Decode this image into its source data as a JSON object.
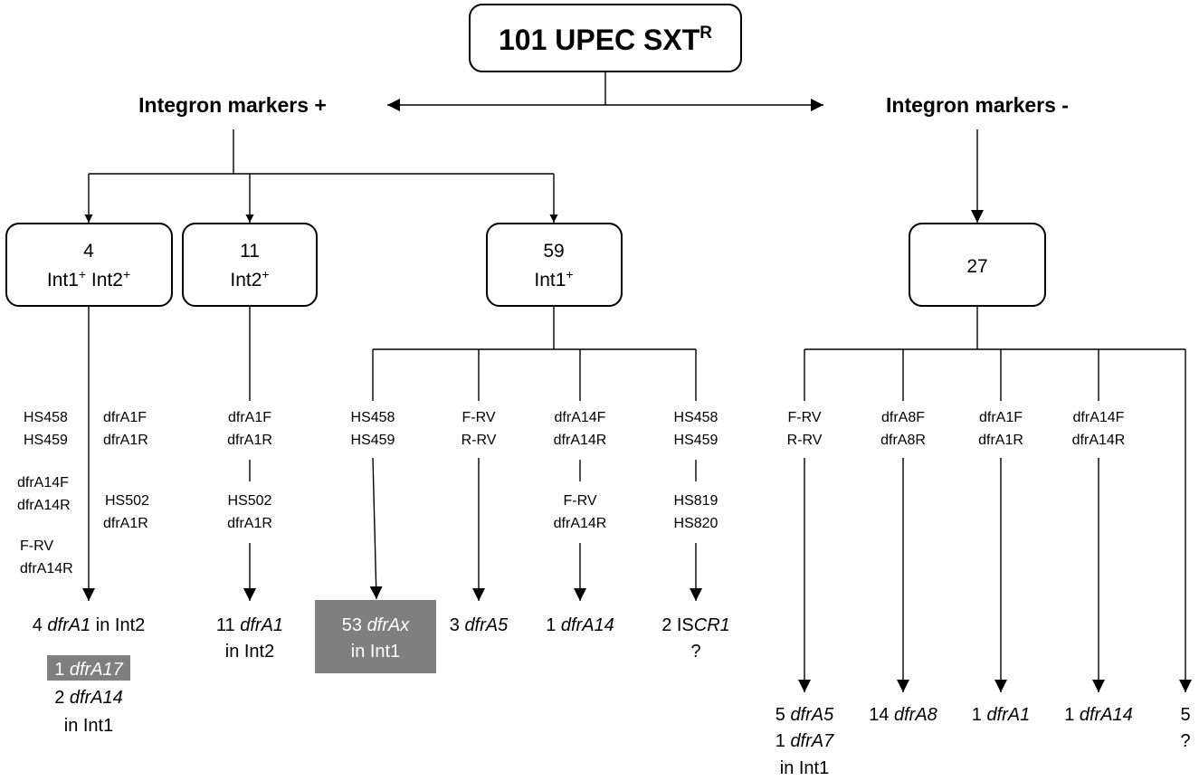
{
  "root": {
    "label": "101 UPEC SXT",
    "sup": "R"
  },
  "branches": {
    "positive": "Integron markers +",
    "negative": "Integron markers -"
  },
  "groups": [
    {
      "count": "4",
      "l1a": "Int1",
      "l1s": "+",
      "l1b": " Int2",
      "l1s2": "+"
    },
    {
      "count": "11",
      "l1a": "Int2",
      "l1s": "+"
    },
    {
      "count": "59",
      "l1a": "Int1",
      "l1s": "+"
    },
    {
      "count": "27"
    }
  ],
  "primers": {
    "g4a": [
      "HS458",
      "HS459",
      "dfrA14F",
      "dfrA14R",
      "F-RV",
      "dfrA14R"
    ],
    "g4b": [
      "dfrA1F",
      "dfrA1R",
      "HS502",
      "dfrA1R"
    ],
    "g11": [
      "dfrA1F",
      "dfrA1R",
      "HS502",
      "dfrA1R"
    ],
    "g59": [
      [
        "HS458",
        "HS459"
      ],
      [
        "F-RV",
        "R-RV"
      ],
      [
        "dfrA14F",
        "dfrA14R",
        "F-RV",
        "dfrA14R"
      ],
      [
        "HS458",
        "HS459",
        "HS819",
        "HS820"
      ]
    ],
    "g27": [
      [
        "F-RV",
        "R-RV"
      ],
      [
        "dfrA8F",
        "dfrA8R"
      ],
      [
        "dfrA1F",
        "dfrA1R"
      ],
      [
        "dfrA14F",
        "dfrA14R"
      ]
    ]
  },
  "results": {
    "g4": {
      "n": "4",
      "gene": "dfrA1",
      "loc": "in Int2",
      "n2": "1",
      "gene2": "dfrA17",
      "n3": "2",
      "gene3": "dfrA14",
      "loc3": "in Int1"
    },
    "g11": {
      "n": "11",
      "gene": "dfrA1",
      "loc": "in Int2"
    },
    "g59": [
      {
        "n": "53",
        "gene": "dfrAx",
        "loc": "in Int1"
      },
      {
        "n": "3",
        "gene": "dfrA5"
      },
      {
        "n": "1",
        "gene": "dfrA14"
      },
      {
        "n": "2",
        "pre": "IS",
        "gene": "CR1",
        "loc": "?"
      }
    ],
    "g27": [
      {
        "n": "5",
        "gene": "dfrA5",
        "n2": "1",
        "gene2": "dfrA7",
        "loc": "in Int1"
      },
      {
        "n": "14",
        "gene": "dfrA8"
      },
      {
        "n": "1",
        "gene": "dfrA1"
      },
      {
        "n": "1",
        "gene": "dfrA14"
      },
      {
        "n": "5",
        "loc": "?"
      }
    ]
  }
}
